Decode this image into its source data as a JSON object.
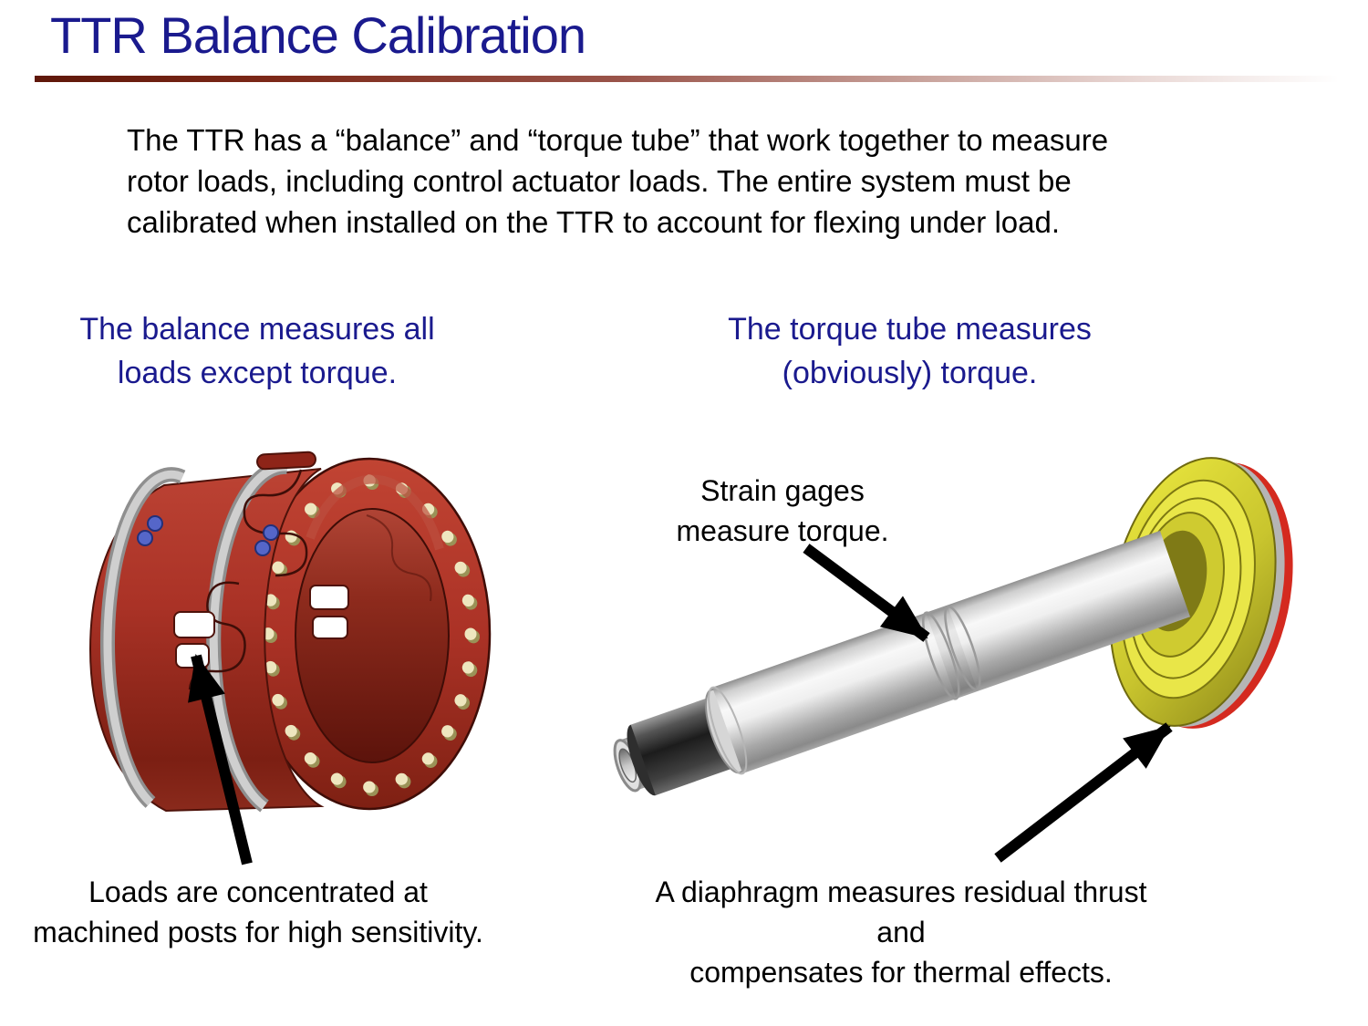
{
  "slide": {
    "title": "TTR Balance Calibration",
    "intro": {
      "lines": [
        "The TTR has a “balance” and “torque tube” that work together to measure",
        "rotor loads, including control actuator loads. The entire system must be",
        "calibrated when installed on the TTR to account for flexing under load."
      ]
    },
    "left_column": {
      "heading": {
        "lines": [
          "The balance measures all",
          "loads except torque."
        ]
      },
      "caption": {
        "lines": [
          "Loads are concentrated at",
          "machined posts for high sensitivity."
        ]
      }
    },
    "right_column": {
      "heading": {
        "lines": [
          "The torque tube measures",
          "(obviously) torque."
        ]
      },
      "strain_label": {
        "lines": [
          "Strain gages",
          "measure torque."
        ]
      },
      "caption": {
        "lines": [
          "A diaphragm measures residual thrust and",
          "compensates for thermal effects."
        ]
      }
    },
    "colors": {
      "heading_blue": "#1a1a8e",
      "divider_maroon": "#5f1709",
      "balance_red": "#b23327",
      "bolt_cream": "#eee6bf",
      "diaphragm_yellow": "#ddd83e",
      "rim_red": "#d42a1f",
      "shaft_gray": "#c9c9c9",
      "arrow_black": "#000000"
    }
  }
}
